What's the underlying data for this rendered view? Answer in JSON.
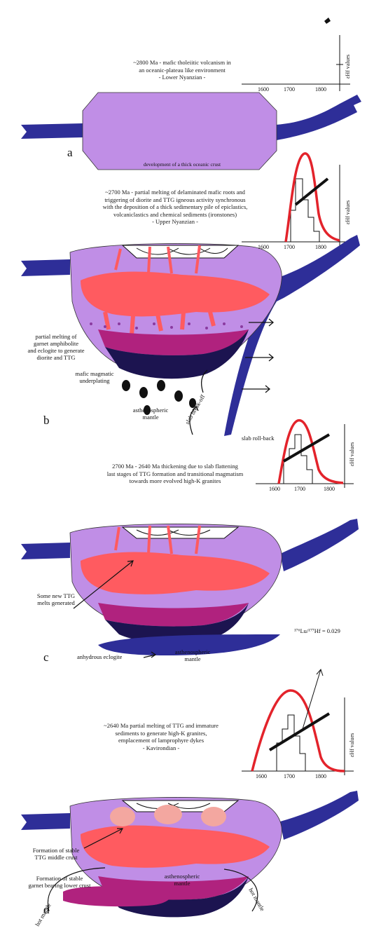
{
  "colors": {
    "crust_lavender": "#c08ee6",
    "slab_navy": "#2e2e98",
    "granitoid_red": "#ff5b60",
    "magenta_layer": "#b0227e",
    "dark_root": "#1c1450",
    "curve_red": "#e3232b",
    "pale_pink": "#f3a7a0"
  },
  "panel_a": {
    "letter": "a",
    "caption_lines": [
      "~2800 Ma - mafic tholeiitic volcanism in",
      "an oceanic-plateau like environment",
      "- Lower Nyanzian -"
    ],
    "base_label": "development of a thick oceanic crust",
    "ticks": [
      "1600",
      "1700",
      "1800"
    ],
    "ylabel": "εHf values"
  },
  "panel_b": {
    "letter": "b",
    "caption_lines": [
      "~2700 Ma - partial melting of delaminated mafic roots and",
      "triggering of diorite and TTG igneous activity synchronous",
      "with the deposition of a thick sedimentary pile of epiclastics,",
      "volcaniclastics and chemical sediments (ironstones)",
      "- Upper Nyanzian -"
    ],
    "label_melting": [
      "partial melting of",
      "garnet amphibolite",
      "and eclogite to generate",
      "diorite and TTG"
    ],
    "label_underplating": [
      "mafic magmatic",
      "underplating"
    ],
    "label_mantle": [
      "asthenospheric",
      "mantle"
    ],
    "label_slab_break": "slab break-off",
    "label_rollback": "slab roll-back",
    "ticks": [
      "1600",
      "1700",
      "1800"
    ],
    "ylabel": "εHf values"
  },
  "panel_c": {
    "letter": "c",
    "caption_lines": [
      "2700 Ma - 2640 Ma thickening due to slab flattening",
      "last stages of TTG formation and transitional magmatism",
      "towards more evolved high-K granites"
    ],
    "label_ttg": [
      "Some new TTG",
      "melts generated"
    ],
    "label_eclogite": "anhydrous eclogite",
    "label_mantle": [
      "asthenospheric",
      "mantle"
    ],
    "ticks": [
      "1600",
      "1700",
      "1800"
    ],
    "ylabel": "εHf values",
    "trend_label": "¹⁷⁶Lu/¹⁷⁷Hf = 0.029"
  },
  "panel_d": {
    "letter": "d",
    "caption_lines": [
      "~2640 Ma partial melting of TTG and immature",
      "sediments to generate high-K granites,",
      "emplacement of lamprophyre dykes",
      "- Kavirondian -"
    ],
    "label_stable_middle": [
      "Formation of stable",
      "TTG middle crust"
    ],
    "label_stable_lower": [
      "Formation of stable",
      "garnet bearing lower crust"
    ],
    "label_mantle": [
      "asthenospheric",
      "mantle"
    ],
    "label_hot_mantle_left": "hot mantle",
    "label_hot_mantle_right": "hot mantle",
    "ticks": [
      "1600",
      "1700",
      "1800"
    ],
    "ylabel": "εHf values"
  }
}
